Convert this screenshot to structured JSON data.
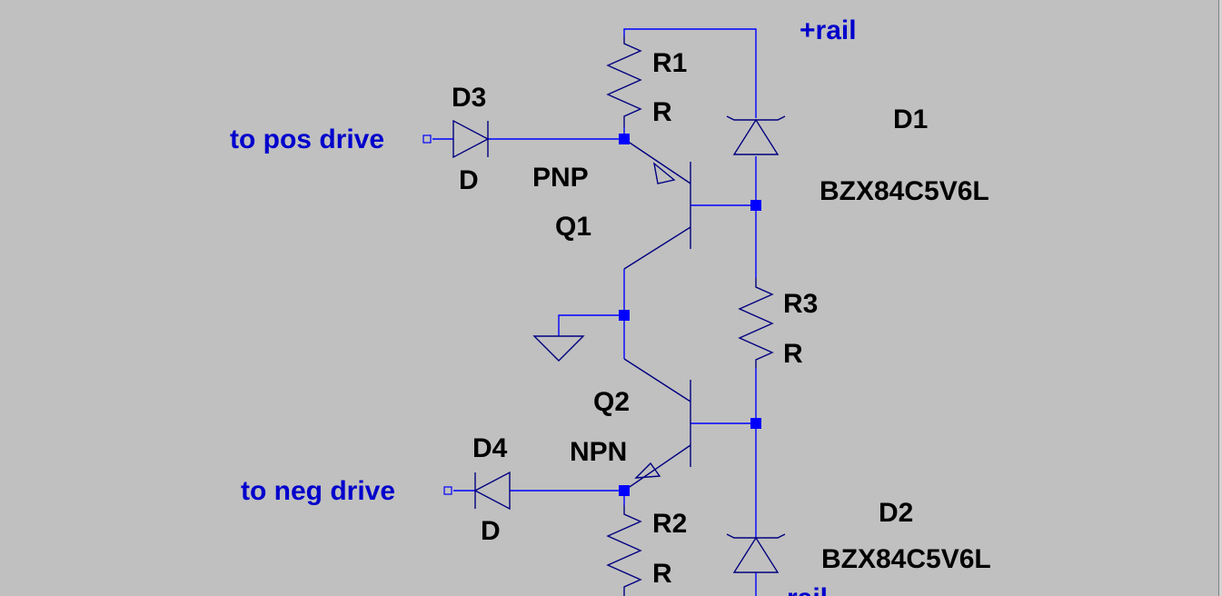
{
  "labels": {
    "rail_pos": "+rail",
    "rail_neg": "-rail",
    "pos_drive": "to pos drive",
    "neg_drive": "to neg drive",
    "R1": {
      "name": "R1",
      "value": "R"
    },
    "R2": {
      "name": "R2",
      "value": "R"
    },
    "R3": {
      "name": "R3",
      "value": "R"
    },
    "D1": {
      "name": "D1",
      "value": "BZX84C5V6L"
    },
    "D2": {
      "name": "D2",
      "value": "BZX84C5V6L"
    },
    "D3": {
      "name": "D3",
      "value": "D"
    },
    "D4": {
      "name": "D4",
      "value": "D"
    },
    "Q1": {
      "name": "Q1",
      "type": "PNP"
    },
    "Q2": {
      "name": "Q2",
      "type": "NPN"
    }
  },
  "colors": {
    "background": "#c0c0c0",
    "wire": "#0000ff",
    "component": "#000080",
    "net_label": "#0000cc",
    "text": "#000000"
  }
}
